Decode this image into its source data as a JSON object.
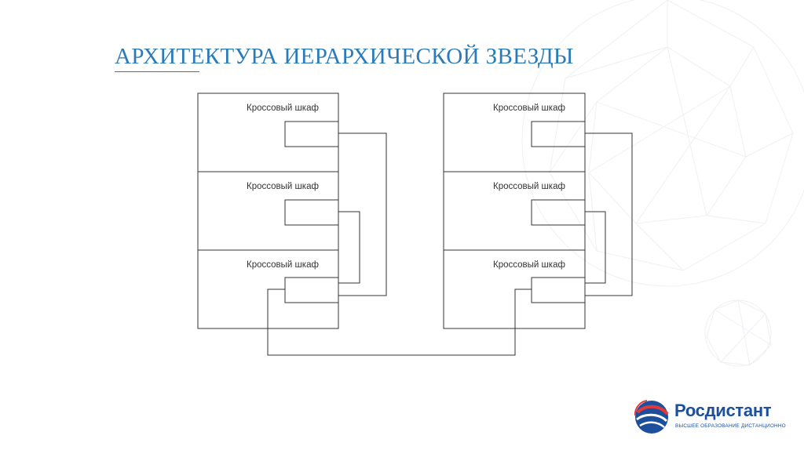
{
  "slide": {
    "title": "АРХИТЕКТУРА ИЕРАРХИЧЕСКОЙ ЗВЕЗДЫ"
  },
  "diagram": {
    "groups": [
      {
        "cabinets": [
          {
            "label": "Кроссовый шкаф"
          },
          {
            "label": "Кроссовый шкаф"
          },
          {
            "label": "Кроссовый шкаф"
          }
        ]
      },
      {
        "cabinets": [
          {
            "label": "Кроссовый шкаф"
          },
          {
            "label": "Кроссовый шкаф"
          },
          {
            "label": "Кроссовый шкаф"
          }
        ]
      }
    ]
  },
  "logo": {
    "name": "Росдистант",
    "tagline": "ВЫСШЕЕ ОБРАЗОВАНИЕ ДИСТАНЦИОННО",
    "brand_color": "#1d4f9c",
    "accent_color": "#e23a3a"
  },
  "colors": {
    "title": "#2a7bb8",
    "lines": "#333333"
  }
}
